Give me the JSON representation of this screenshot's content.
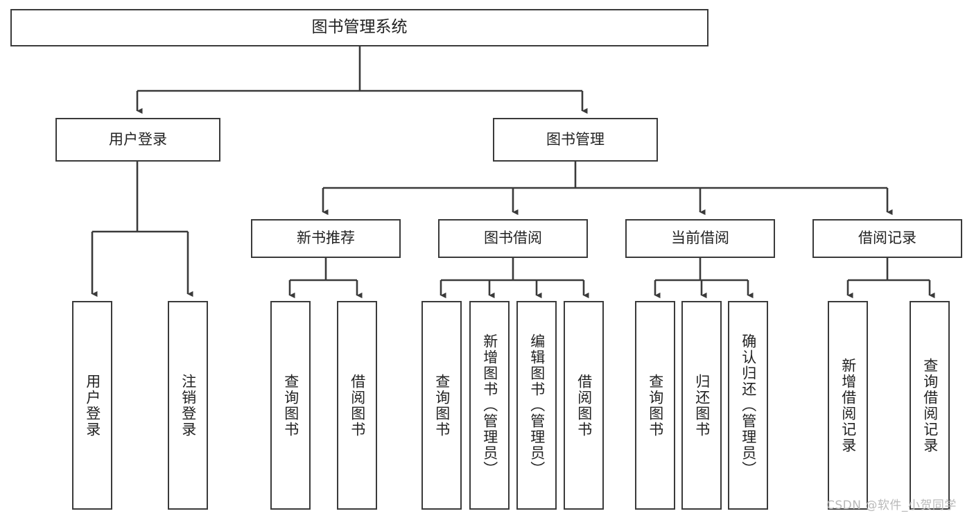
{
  "diagram": {
    "title": "图书管理系统",
    "type": "functional-decomposition-tree",
    "root": {
      "label": "图书管理系统"
    },
    "level2": [
      {
        "label": "用户登录"
      },
      {
        "label": "图书管理"
      }
    ],
    "level3": [
      {
        "label": "新书推荐"
      },
      {
        "label": "图书借阅"
      },
      {
        "label": "当前借阅"
      },
      {
        "label": "借阅记录"
      }
    ],
    "leaves_user_login": [
      {
        "label": "用户登录"
      },
      {
        "label": "注销登录"
      }
    ],
    "leaves_new_book": [
      {
        "label": "查询图书"
      },
      {
        "label": "借阅图书"
      }
    ],
    "leaves_borrow": [
      {
        "label": "查询图书"
      },
      {
        "label": "新增图书（管理员）"
      },
      {
        "label": "编辑图书（管理员）"
      },
      {
        "label": "借阅图书"
      }
    ],
    "leaves_current": [
      {
        "label": "查询图书"
      },
      {
        "label": "归还图书"
      },
      {
        "label": "确认归还（管理员）"
      }
    ],
    "leaves_records": [
      {
        "label": "新增借阅记录"
      },
      {
        "label": "查询借阅记录"
      }
    ]
  },
  "watermark": {
    "text": "CSDN @软件_小贺同学"
  },
  "colors": {
    "border": "#3a3a3a",
    "background": "#ffffff",
    "text": "#222222",
    "watermark": "#b9b9b9"
  }
}
